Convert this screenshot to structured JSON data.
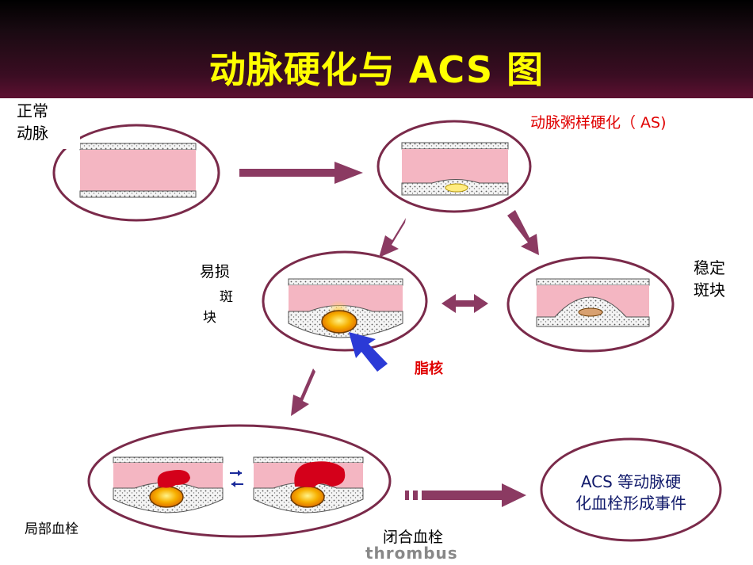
{
  "title": "动脉硬化与 ACS 图",
  "labels": {
    "normal_line1": "正常",
    "normal_line2": "动脉",
    "atherosclerosis": "动脉粥样硬化（ AS)",
    "vulnerable_line1": "易损",
    "vulnerable_line2": "斑",
    "vulnerable_line3": "块",
    "stable_line1": "稳定",
    "stable_line2": "斑块",
    "lipid_core": "脂核",
    "local_thrombus": "局部血栓",
    "occlusive_thrombus": "闭合血栓",
    "thrombus_caption": "thrombus",
    "acs_line1": "ACS 等动脉硬",
    "acs_line2": "化血栓形成事件"
  },
  "colors": {
    "title": "#ffff00",
    "arrow": "#8b3a62",
    "lumen": "#f4b6c2",
    "lipid": "#f2a400",
    "thrombus": "#d4001a",
    "pointer": "#2b3ad6",
    "red_text": "#e00000"
  }
}
